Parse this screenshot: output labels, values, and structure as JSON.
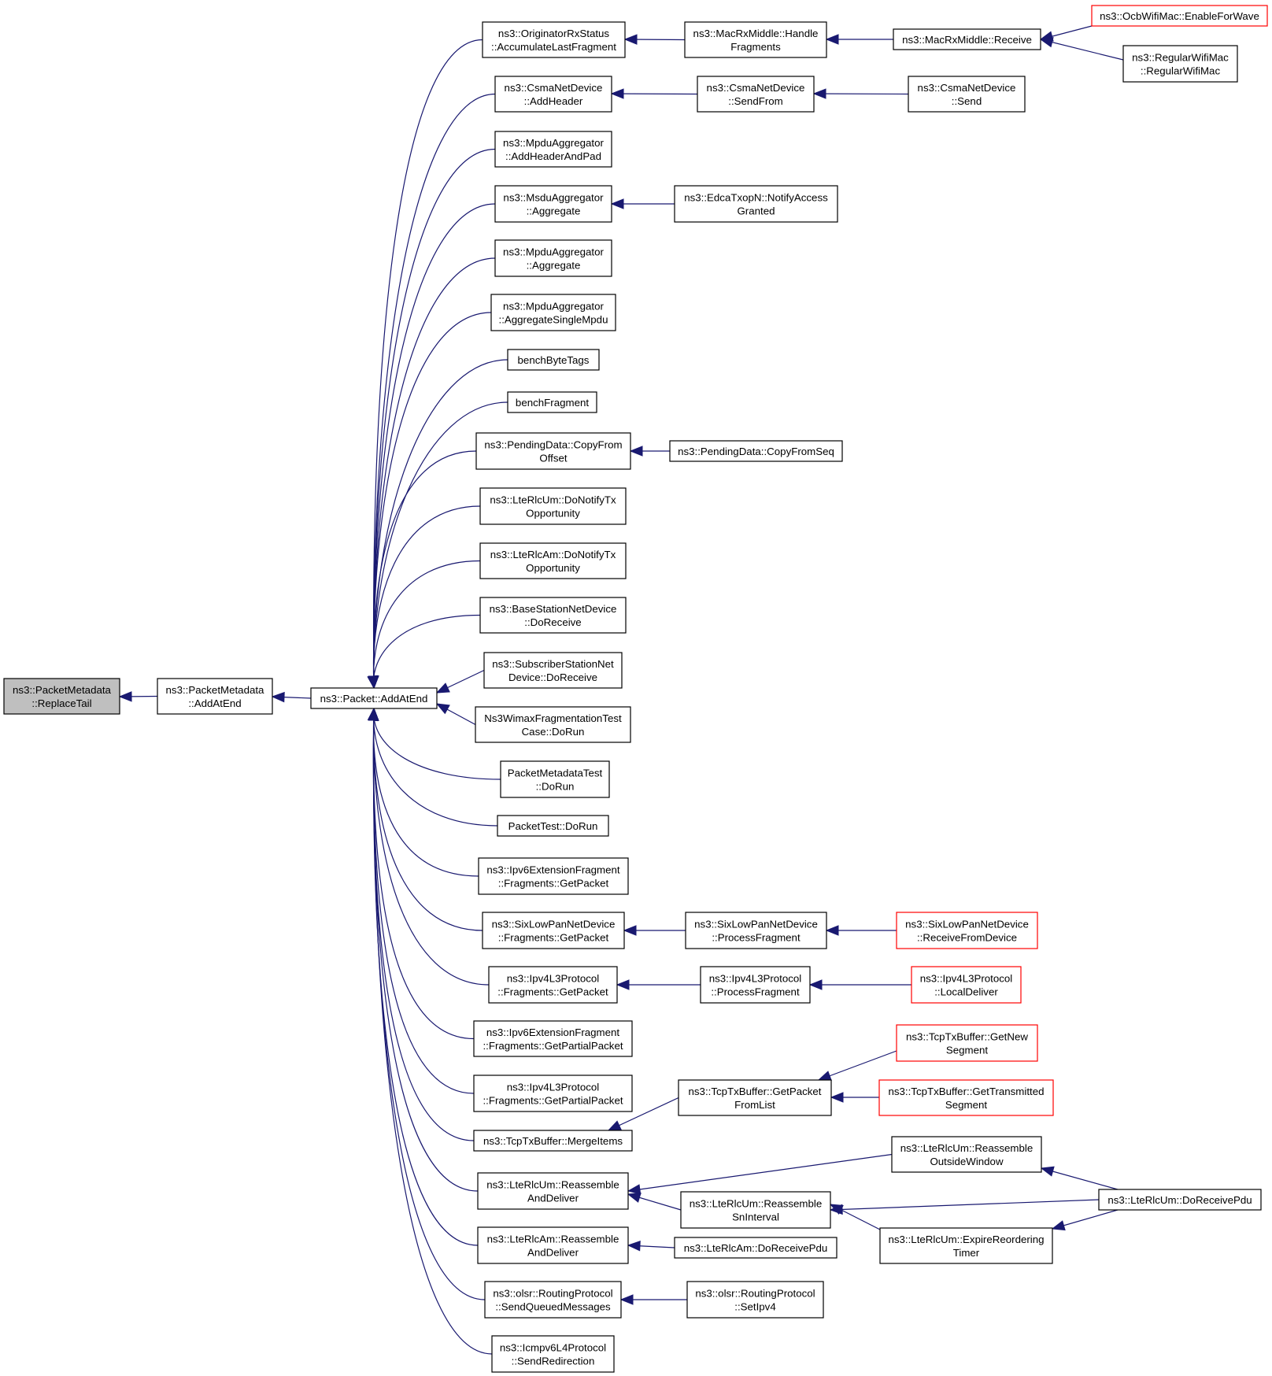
{
  "graph": {
    "nodes": [
      {
        "id": "replace_tail",
        "lines": [
          "ns3::PacketMetadata",
          "::ReplaceTail"
        ],
        "style": "root"
      },
      {
        "id": "pm_add_at_end",
        "lines": [
          "ns3::PacketMetadata",
          "::AddAtEnd"
        ]
      },
      {
        "id": "packet_add_at_end",
        "lines": [
          "ns3::Packet::AddAtEnd"
        ]
      },
      {
        "id": "orig_rx_status",
        "lines": [
          "ns3::OriginatorRxStatus",
          "::AccumulateLastFragment"
        ]
      },
      {
        "id": "macrx_handle",
        "lines": [
          "ns3::MacRxMiddle::Handle",
          "Fragments"
        ]
      },
      {
        "id": "macrx_receive",
        "lines": [
          "ns3::MacRxMiddle::Receive"
        ]
      },
      {
        "id": "ocb_enable",
        "lines": [
          "ns3::OcbWifiMac::EnableForWave"
        ],
        "style": "red"
      },
      {
        "id": "regular_wifi",
        "lines": [
          "ns3::RegularWifiMac",
          "::RegularWifiMac"
        ]
      },
      {
        "id": "csma_add_header",
        "lines": [
          "ns3::CsmaNetDevice",
          "::AddHeader"
        ]
      },
      {
        "id": "csma_send_from",
        "lines": [
          "ns3::CsmaNetDevice",
          "::SendFrom"
        ]
      },
      {
        "id": "csma_send",
        "lines": [
          "ns3::CsmaNetDevice",
          "::Send"
        ]
      },
      {
        "id": "mpdu_add_header_pad",
        "lines": [
          "ns3::MpduAggregator",
          "::AddHeaderAndPad"
        ]
      },
      {
        "id": "msdu_aggregate",
        "lines": [
          "ns3::MsduAggregator",
          "::Aggregate"
        ]
      },
      {
        "id": "edca_notify",
        "lines": [
          "ns3::EdcaTxopN::NotifyAccess",
          "Granted"
        ]
      },
      {
        "id": "mpdu_aggregate",
        "lines": [
          "ns3::MpduAggregator",
          "::Aggregate"
        ]
      },
      {
        "id": "mpdu_agg_single",
        "lines": [
          "ns3::MpduAggregator",
          "::AggregateSingleMpdu"
        ]
      },
      {
        "id": "bench_byte_tags",
        "lines": [
          "benchByteTags"
        ]
      },
      {
        "id": "bench_fragment",
        "lines": [
          "benchFragment"
        ]
      },
      {
        "id": "pending_copy_offset",
        "lines": [
          "ns3::PendingData::CopyFrom",
          "Offset"
        ]
      },
      {
        "id": "pending_copy_seq",
        "lines": [
          "ns3::PendingData::CopyFromSeq"
        ]
      },
      {
        "id": "lte_um_notify",
        "lines": [
          "ns3::LteRlcUm::DoNotifyTx",
          "Opportunity"
        ]
      },
      {
        "id": "lte_am_notify",
        "lines": [
          "ns3::LteRlcAm::DoNotifyTx",
          "Opportunity"
        ]
      },
      {
        "id": "bs_do_receive",
        "lines": [
          "ns3::BaseStationNetDevice",
          "::DoReceive"
        ]
      },
      {
        "id": "ss_do_receive",
        "lines": [
          "ns3::SubscriberStationNet",
          "Device::DoReceive"
        ]
      },
      {
        "id": "wimax_frag_test",
        "lines": [
          "Ns3WimaxFragmentationTest",
          "Case::DoRun"
        ]
      },
      {
        "id": "pm_test",
        "lines": [
          "PacketMetadataTest",
          "::DoRun"
        ]
      },
      {
        "id": "packet_test",
        "lines": [
          "PacketTest::DoRun"
        ]
      },
      {
        "id": "ipv6_frag_get",
        "lines": [
          "ns3::Ipv6ExtensionFragment",
          "::Fragments::GetPacket"
        ]
      },
      {
        "id": "sixlowpan_get",
        "lines": [
          "ns3::SixLowPanNetDevice",
          "::Fragments::GetPacket"
        ]
      },
      {
        "id": "sixlowpan_process",
        "lines": [
          "ns3::SixLowPanNetDevice",
          "::ProcessFragment"
        ]
      },
      {
        "id": "sixlowpan_receive",
        "lines": [
          "ns3::SixLowPanNetDevice",
          "::ReceiveFromDevice"
        ],
        "style": "red"
      },
      {
        "id": "ipv4_frag_get",
        "lines": [
          "ns3::Ipv4L3Protocol",
          "::Fragments::GetPacket"
        ]
      },
      {
        "id": "ipv4_process",
        "lines": [
          "ns3::Ipv4L3Protocol",
          "::ProcessFragment"
        ]
      },
      {
        "id": "ipv4_local_deliver",
        "lines": [
          "ns3::Ipv4L3Protocol",
          "::LocalDeliver"
        ],
        "style": "red"
      },
      {
        "id": "ipv6_frag_partial",
        "lines": [
          "ns3::Ipv6ExtensionFragment",
          "::Fragments::GetPartialPacket"
        ]
      },
      {
        "id": "ipv4_frag_partial",
        "lines": [
          "ns3::Ipv4L3Protocol",
          "::Fragments::GetPartialPacket"
        ]
      },
      {
        "id": "tcp_merge",
        "lines": [
          "ns3::TcpTxBuffer::MergeItems"
        ]
      },
      {
        "id": "tcp_get_from_list",
        "lines": [
          "ns3::TcpTxBuffer::GetPacket",
          "FromList"
        ]
      },
      {
        "id": "tcp_get_new",
        "lines": [
          "ns3::TcpTxBuffer::GetNew",
          "Segment"
        ],
        "style": "red"
      },
      {
        "id": "tcp_get_transmitted",
        "lines": [
          "ns3::TcpTxBuffer::GetTransmitted",
          "Segment"
        ],
        "style": "red"
      },
      {
        "id": "lte_um_reassemble",
        "lines": [
          "ns3::LteRlcUm::Reassemble",
          "AndDeliver"
        ]
      },
      {
        "id": "lte_um_outside",
        "lines": [
          "ns3::LteRlcUm::Reassemble",
          "OutsideWindow"
        ]
      },
      {
        "id": "lte_um_sn",
        "lines": [
          "ns3::LteRlcUm::Reassemble",
          "SnInterval"
        ]
      },
      {
        "id": "lte_um_do_receive",
        "lines": [
          "ns3::LteRlcUm::DoReceivePdu"
        ]
      },
      {
        "id": "lte_um_expire",
        "lines": [
          "ns3::LteRlcUm::ExpireReordering",
          "Timer"
        ]
      },
      {
        "id": "lte_am_reassemble",
        "lines": [
          "ns3::LteRlcAm::Reassemble",
          "AndDeliver"
        ]
      },
      {
        "id": "lte_am_do_receive",
        "lines": [
          "ns3::LteRlcAm::DoReceivePdu"
        ]
      },
      {
        "id": "olsr_send_queued",
        "lines": [
          "ns3::olsr::RoutingProtocol",
          "::SendQueuedMessages"
        ]
      },
      {
        "id": "olsr_set_ipv4",
        "lines": [
          "ns3::olsr::RoutingProtocol",
          "::SetIpv4"
        ]
      },
      {
        "id": "icmpv6_redirect",
        "lines": [
          "ns3::Icmpv6L4Protocol",
          "::SendRedirection"
        ]
      }
    ],
    "edges": [
      {
        "from": "pm_add_at_end",
        "to": "replace_tail"
      },
      {
        "from": "packet_add_at_end",
        "to": "pm_add_at_end"
      },
      {
        "from": "orig_rx_status",
        "to": "packet_add_at_end"
      },
      {
        "from": "csma_add_header",
        "to": "packet_add_at_end"
      },
      {
        "from": "mpdu_add_header_pad",
        "to": "packet_add_at_end"
      },
      {
        "from": "msdu_aggregate",
        "to": "packet_add_at_end"
      },
      {
        "from": "mpdu_aggregate",
        "to": "packet_add_at_end"
      },
      {
        "from": "mpdu_agg_single",
        "to": "packet_add_at_end"
      },
      {
        "from": "bench_byte_tags",
        "to": "packet_add_at_end"
      },
      {
        "from": "bench_fragment",
        "to": "packet_add_at_end"
      },
      {
        "from": "pending_copy_offset",
        "to": "packet_add_at_end"
      },
      {
        "from": "lte_um_notify",
        "to": "packet_add_at_end"
      },
      {
        "from": "lte_am_notify",
        "to": "packet_add_at_end"
      },
      {
        "from": "bs_do_receive",
        "to": "packet_add_at_end"
      },
      {
        "from": "ss_do_receive",
        "to": "packet_add_at_end"
      },
      {
        "from": "wimax_frag_test",
        "to": "packet_add_at_end"
      },
      {
        "from": "pm_test",
        "to": "packet_add_at_end"
      },
      {
        "from": "packet_test",
        "to": "packet_add_at_end"
      },
      {
        "from": "ipv6_frag_get",
        "to": "packet_add_at_end"
      },
      {
        "from": "sixlowpan_get",
        "to": "packet_add_at_end"
      },
      {
        "from": "ipv4_frag_get",
        "to": "packet_add_at_end"
      },
      {
        "from": "ipv6_frag_partial",
        "to": "packet_add_at_end"
      },
      {
        "from": "ipv4_frag_partial",
        "to": "packet_add_at_end"
      },
      {
        "from": "tcp_merge",
        "to": "packet_add_at_end"
      },
      {
        "from": "lte_um_reassemble",
        "to": "packet_add_at_end"
      },
      {
        "from": "lte_am_reassemble",
        "to": "packet_add_at_end"
      },
      {
        "from": "olsr_send_queued",
        "to": "packet_add_at_end"
      },
      {
        "from": "icmpv6_redirect",
        "to": "packet_add_at_end"
      },
      {
        "from": "macrx_handle",
        "to": "orig_rx_status"
      },
      {
        "from": "macrx_receive",
        "to": "macrx_handle"
      },
      {
        "from": "ocb_enable",
        "to": "macrx_receive"
      },
      {
        "from": "regular_wifi",
        "to": "macrx_receive"
      },
      {
        "from": "csma_send_from",
        "to": "csma_add_header"
      },
      {
        "from": "csma_send",
        "to": "csma_send_from"
      },
      {
        "from": "edca_notify",
        "to": "msdu_aggregate"
      },
      {
        "from": "pending_copy_seq",
        "to": "pending_copy_offset"
      },
      {
        "from": "sixlowpan_process",
        "to": "sixlowpan_get"
      },
      {
        "from": "sixlowpan_receive",
        "to": "sixlowpan_process"
      },
      {
        "from": "ipv4_process",
        "to": "ipv4_frag_get"
      },
      {
        "from": "ipv4_local_deliver",
        "to": "ipv4_process"
      },
      {
        "from": "tcp_get_from_list",
        "to": "tcp_merge"
      },
      {
        "from": "tcp_get_new",
        "to": "tcp_get_from_list"
      },
      {
        "from": "tcp_get_transmitted",
        "to": "tcp_get_from_list"
      },
      {
        "from": "lte_um_outside",
        "to": "lte_um_reassemble"
      },
      {
        "from": "lte_um_sn",
        "to": "lte_um_reassemble"
      },
      {
        "from": "lte_um_do_receive",
        "to": "lte_um_outside"
      },
      {
        "from": "lte_um_do_receive",
        "to": "lte_um_sn"
      },
      {
        "from": "lte_um_expire",
        "to": "lte_um_sn"
      },
      {
        "from": "lte_um_do_receive",
        "to": "lte_um_expire"
      },
      {
        "from": "lte_am_do_receive",
        "to": "lte_am_reassemble"
      },
      {
        "from": "olsr_set_ipv4",
        "to": "olsr_send_queued"
      }
    ]
  },
  "colors": {
    "edge": "#191970",
    "node_border": "#000000",
    "node_border_highlight": "#ff0000",
    "root_fill": "#bfbfbf",
    "background": "#ffffff"
  }
}
